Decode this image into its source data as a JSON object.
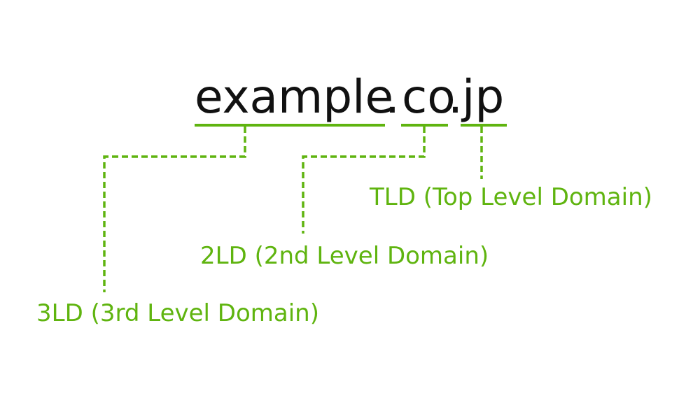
{
  "domain": {
    "third": "example",
    "dot1": ".",
    "second": "co",
    "dot2": ".",
    "top": "jp"
  },
  "labels": {
    "tld": "TLD (Top Level Domain)",
    "sld": "2LD (2nd Level Domain)",
    "thld": "3LD (3rd Level Domain)"
  },
  "colors": {
    "accent": "#5fb40f",
    "text": "#111111",
    "background": "#ffffff"
  }
}
